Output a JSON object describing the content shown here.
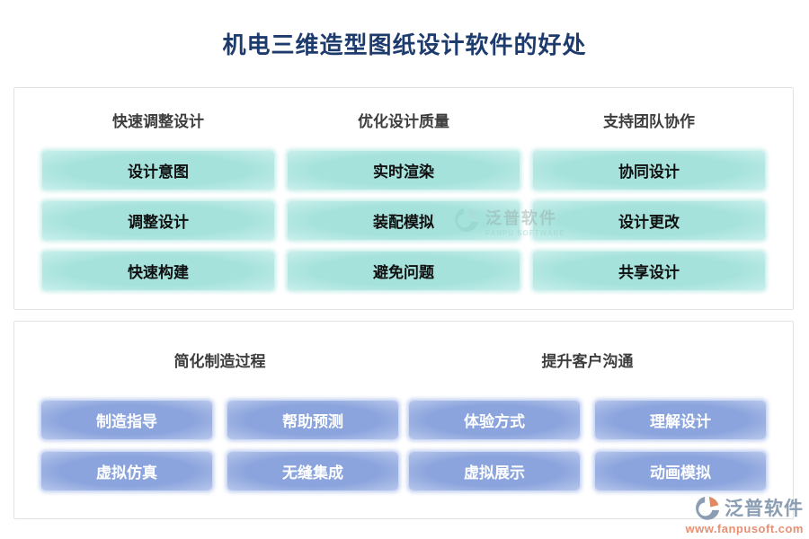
{
  "title": "机电三维造型图纸设计软件的好处",
  "panel_top": {
    "columns": [
      {
        "header": "快速调整设计",
        "items": [
          "设计意图",
          "调整设计",
          "快速构建"
        ]
      },
      {
        "header": "优化设计质量",
        "items": [
          "实时渲染",
          "装配模拟",
          "避免问题"
        ]
      },
      {
        "header": "支持团队协作",
        "items": [
          "协同设计",
          "设计更改",
          "共享设计"
        ]
      }
    ]
  },
  "panel_bottom": {
    "groups": [
      {
        "header": "简化制造过程",
        "items": [
          "制造指导",
          "帮助预测",
          "虚拟仿真",
          "无缝集成"
        ]
      },
      {
        "header": "提升客户沟通",
        "items": [
          "体验方式",
          "理解设计",
          "虚拟展示",
          "动画模拟"
        ]
      }
    ]
  },
  "watermark_center": {
    "brand": "泛普软件",
    "subtitle": "FANPU SOFTWARE"
  },
  "watermark_corner": {
    "brand": "泛普软件",
    "url": "www.fanpusoft.com"
  },
  "colors": {
    "title_text": "#1d3b6d",
    "section_header_text": "#3d3d3d",
    "teal_chip": "#a6e2dc",
    "blue_chip": "#8ba4dd",
    "panel_border": "#e3e3e3",
    "watermark_gray_blue": "#8b9db3",
    "watermark_salmon": "#e98f72"
  }
}
